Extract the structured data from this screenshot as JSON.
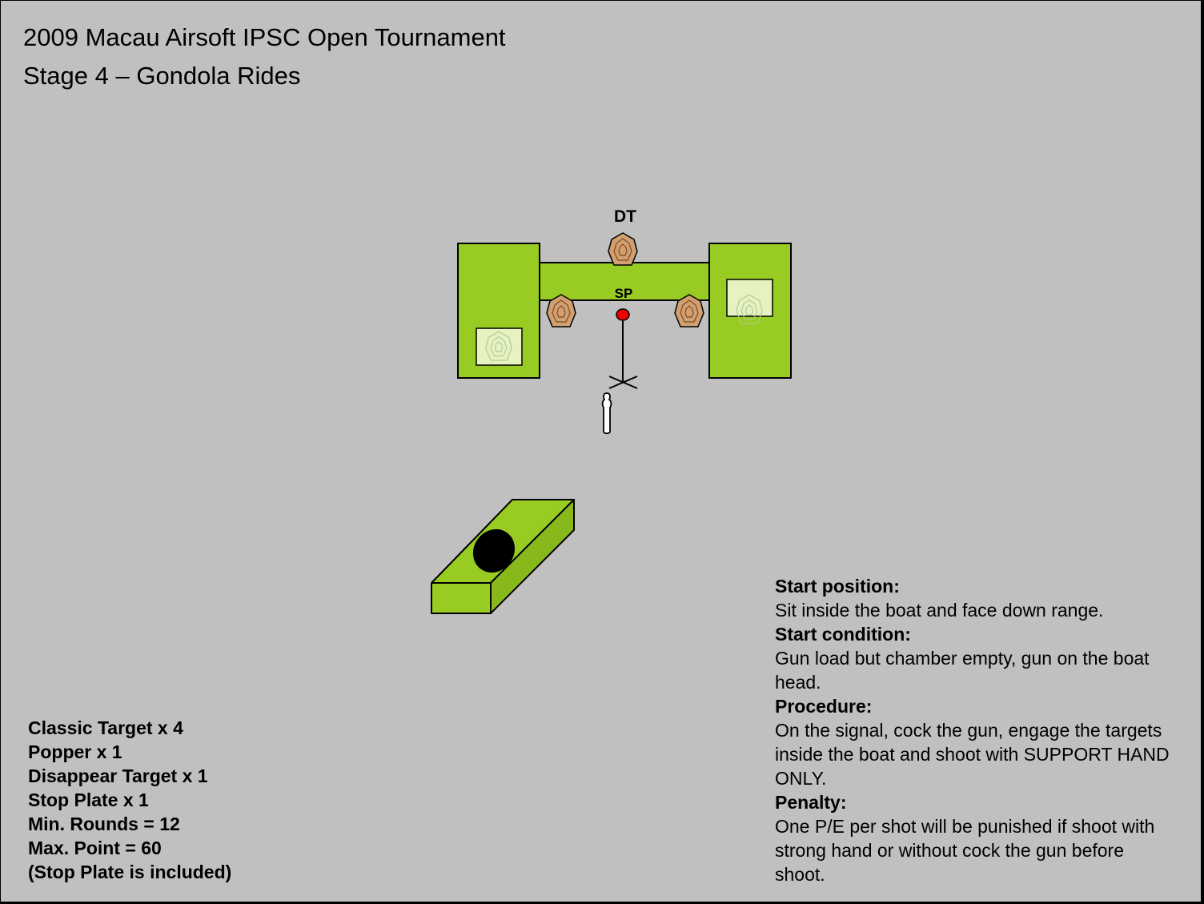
{
  "header": {
    "title": "2009 Macau Airsoft IPSC Open Tournament",
    "subtitle": "Stage 4 – Gondola Rides"
  },
  "diagram": {
    "labels": {
      "disappear_target": "DT",
      "stop_plate": "SP"
    },
    "colors": {
      "background": "#c0c0c0",
      "boat_green": "#99cc22",
      "target_tan": "#d2a070",
      "no_shoot_fill": "#e6f2c0",
      "stop_plate_red": "#ee0000"
    },
    "icons": [
      "classic-target-icon",
      "no-shoot-target-icon",
      "shooter-icon",
      "start-position-mark-icon",
      "stop-plate-icon",
      "barrel-box-icon"
    ]
  },
  "summary": {
    "lines": [
      "Classic Target x 4",
      "Popper x 1",
      "Disappear Target x 1",
      "Stop Plate x 1",
      "Min. Rounds = 12",
      "Max. Point = 60",
      "(Stop Plate is included)"
    ]
  },
  "briefing": {
    "start_position_heading": "Start position:",
    "start_position_text": "Sit inside the boat and face down range.",
    "start_condition_heading": "Start condition:",
    "start_condition_text": "Gun load but chamber empty, gun on the boat head.",
    "procedure_heading": "Procedure:",
    "procedure_text": "On the signal, cock the gun, engage the targets inside the boat and shoot with SUPPORT HAND ONLY.",
    "penalty_heading": "Penalty:",
    "penalty_text": "One P/E per shot will be punished if shoot with strong hand or without cock the gun before shoot."
  }
}
